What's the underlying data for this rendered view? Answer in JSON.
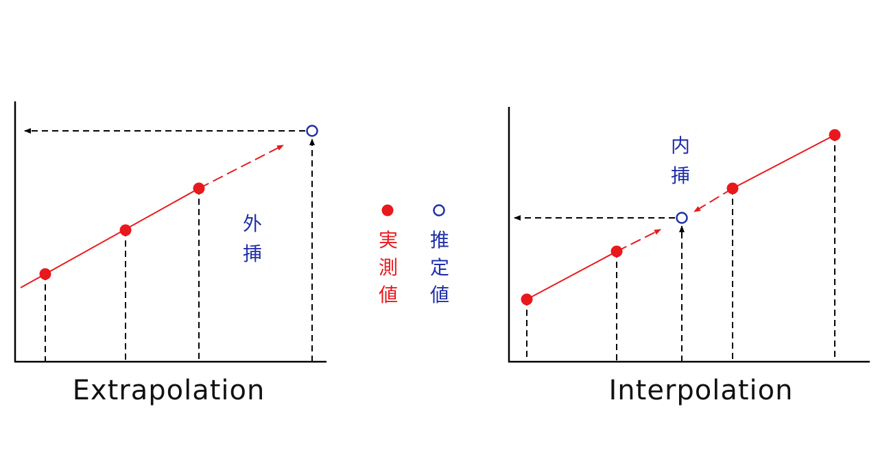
{
  "colors": {
    "measured": "#e8191c",
    "estimated": "#1f2fa8",
    "axis": "#000000",
    "guide": "#000000"
  },
  "legend": {
    "measured_label": "実測値",
    "estimated_label": "推定値"
  },
  "extrapolation": {
    "caption": "Extrapolation",
    "annotation": "外挿"
  },
  "interpolation": {
    "caption": "Interpolation",
    "annotation": "内挿"
  }
}
